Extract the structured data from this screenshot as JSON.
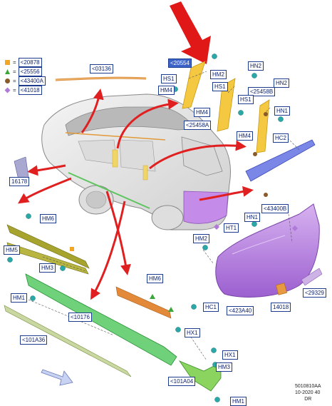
{
  "legend": [
    {
      "code": "<20878",
      "color": "#f2a623",
      "shape": "square"
    },
    {
      "code": "<25556",
      "color": "#3aa63a",
      "shape": "triangle"
    },
    {
      "code": "<43400A",
      "color": "#8b5a2b",
      "shape": "circle"
    },
    {
      "code": "<41018",
      "color": "#b07ad9",
      "shape": "diamond"
    }
  ],
  "labels": {
    "p20554": "<20554",
    "p03136": "<03136",
    "hm2_a": "HM2",
    "hs1_a": "HS1",
    "hm4_a": "HM4",
    "hn2_a": "HN2",
    "hs1_b": "HS1",
    "hm4_b": "HM4",
    "p25458b": "<25458B",
    "hn2_b": "HN2",
    "hs1_c": "HS1",
    "p25458a": "<25458A",
    "hn1_a": "HN1",
    "hm4_c": "HM4",
    "hc2": "HC2",
    "p16178": "16178",
    "p43400b": "<43400B",
    "hm6_a": "HM6",
    "hn1_b": "HN1",
    "ht1": "HT1",
    "hm2_b": "HM2",
    "hm5": "HM5",
    "hm3_a": "HM3",
    "hm6_b": "HM6",
    "hm1_a": "HM1",
    "p10176": "<10176",
    "hc1": "HC1",
    "p423a40": "<423A40",
    "p14018": "14018",
    "p29329": "<29329",
    "hx1_a": "HX1",
    "p101a36": "<101A36",
    "hx1_b": "HX1",
    "hm3_b": "HM3",
    "p101a04": "<101A04",
    "hm1_b": "HM1"
  },
  "reference": {
    "line1": "5010810AA",
    "line2": "10-2020 40",
    "line3": "DR"
  }
}
